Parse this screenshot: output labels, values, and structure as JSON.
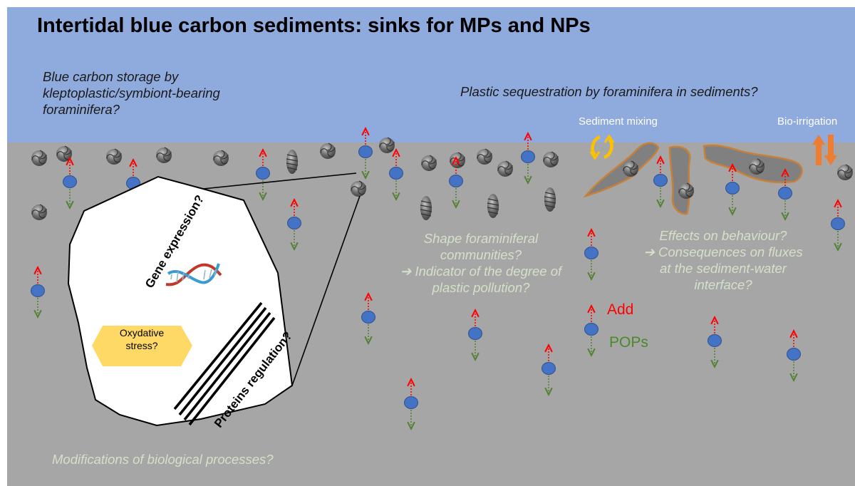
{
  "title": "Intertidal blue carbon sediments: sinks for MPs and NPs",
  "labels": {
    "blue_carbon": [
      "Blue carbon storage by",
      "kleptoplastic/symbiont-bearing",
      "foraminifera?"
    ],
    "plastic_sequestration": "Plastic sequestration by foraminifera in sediments?",
    "sediment_mixing": "Sediment mixing",
    "bio_irrigation": "Bio-irrigation",
    "shape_communities": [
      "Shape foraminiferal",
      "communities?",
      "➔ Indicator of the degree of",
      "plastic pollution?"
    ],
    "effects_behaviour": [
      "Effects on behaviour?",
      "➔ Consequences on fluxes",
      "at the sediment-water",
      "interface?"
    ],
    "modifications": "Modifications of biological processes?",
    "gene_expression": "Gene expression?",
    "proteins_regulation": "Proteins regulation?",
    "oxidative_stress": [
      "Oxydative",
      "stress?"
    ]
  },
  "legend": {
    "add": "Add",
    "pops": "POPs"
  },
  "colors": {
    "water": "#8faadc",
    "sediment": "#a6a6a6",
    "particle": "#4472c4",
    "add_arrow": "#ff0000",
    "pops_arrow": "#548235",
    "burrow": "#808080",
    "burrow_outline": "#c5813c",
    "oxidative_stress": "#ffd966",
    "mixing_arrows": "#ffc000",
    "irrigation_arrows": "#ed7d31",
    "dna_red": "#c0392b",
    "dna_blue": "#3a9bd0"
  },
  "icons": [
    "foraminifera-icon",
    "dna-icon",
    "mixing-icon",
    "bio-irrigation-icon",
    "plastic-particle-icon"
  ]
}
